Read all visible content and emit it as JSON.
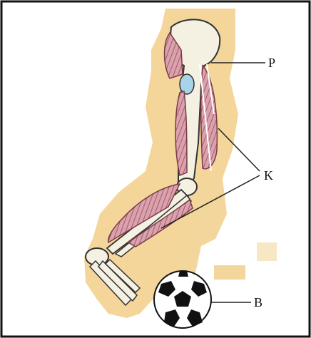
{
  "labels": {
    "p": "P",
    "k": "K",
    "b": "B"
  },
  "colors": {
    "border": "#111111",
    "background_patch": "#f2cf8a",
    "bone": "#f4f0e2",
    "muscle": "#d9a3ad",
    "muscle_stripe": "#a8566a",
    "cartilage": "#a9d3e6",
    "line": "#222222",
    "ball_black": "#111111",
    "ball_white": "#ffffff"
  }
}
